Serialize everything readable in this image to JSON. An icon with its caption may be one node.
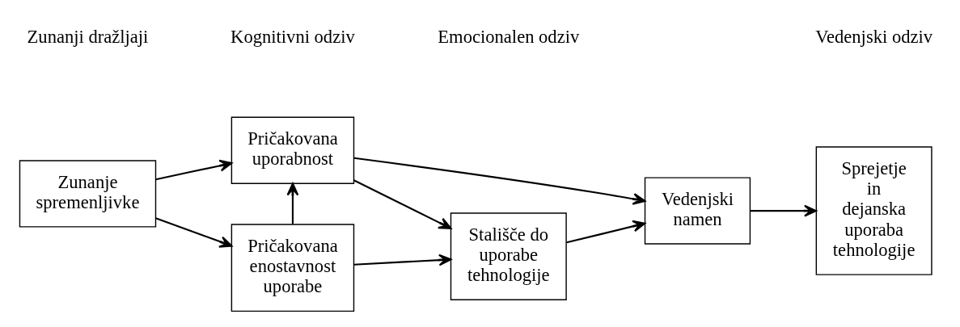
{
  "diagram": {
    "nodes": [
      {
        "text": [
          "Zunanje spremenljivke"
        ]
      },
      {
        "text": [
          "Pričakovana uporabnost"
        ]
      },
      {
        "text": [
          "Pričakovana enostavnost uporabe"
        ]
      },
      {
        "text": [
          "Stališče do uporabe tehnologije"
        ]
      },
      {
        "text": [
          "Vedenjski namen"
        ]
      },
      {
        "text": [
          "Sprejetje in dejanska uporaba tehnologije"
        ]
      }
    ],
    "edges": [
      {
        "from": 0,
        "to": 1,
        "arrow": "to"
      },
      {
        "from": 0,
        "to": 2,
        "arrow": "to"
      },
      {
        "from": 2,
        "to": 1,
        "arrow": "to"
      },
      {
        "from": 1,
        "to": 3,
        "arrow": "to"
      },
      {
        "from": 2,
        "to": 3,
        "arrow": "to"
      },
      {
        "from": 1,
        "to": 4,
        "arrow": "to"
      },
      {
        "from": 3,
        "to": 4,
        "arrow": "to"
      },
      {
        "from": 4,
        "to": 5,
        "arrow": "to"
      }
    ],
    "labels": [
      "Zunanji dražljaji",
      "Kognitivni odziv",
      "Emocionalen odziv",
      "Vedenjski odziv"
    ]
  }
}
